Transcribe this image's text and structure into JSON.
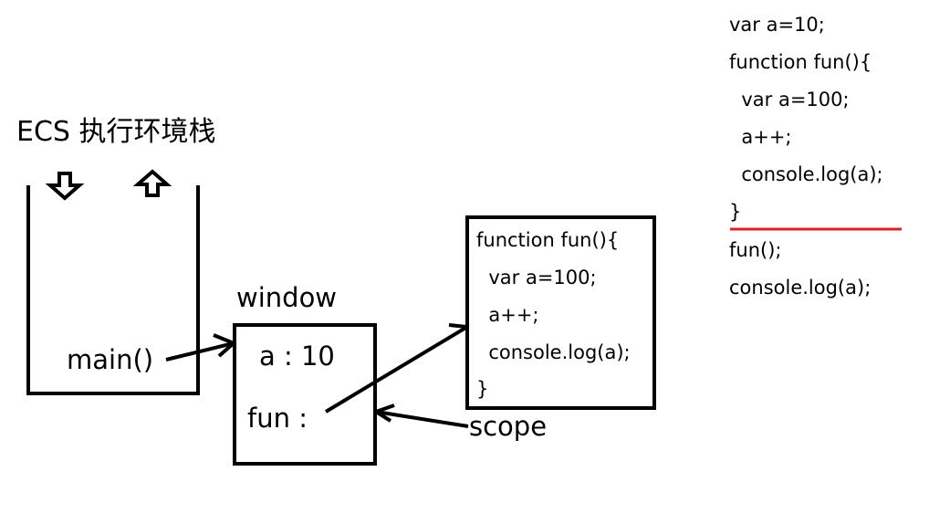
{
  "stack": {
    "title": "ECS 执行环境栈",
    "item": "main()"
  },
  "window_box": {
    "label": "window",
    "var_line": "a : 10",
    "fun_line": "fun :"
  },
  "function_box": {
    "lines": [
      "function fun(){",
      "  var a=100;",
      "  a++;",
      "  console.log(a);",
      "}"
    ]
  },
  "scope_label": "scope",
  "source_code": {
    "lines": [
      "var a=10;",
      "function fun(){",
      "  var a=100;",
      "  a++;",
      "  console.log(a);",
      "}",
      "fun();",
      "console.log(a);"
    ]
  },
  "colors": {
    "ink": "#000000",
    "underline": "#e02020"
  },
  "icons": {
    "push": "arrow-down-icon",
    "pop": "arrow-up-icon"
  }
}
